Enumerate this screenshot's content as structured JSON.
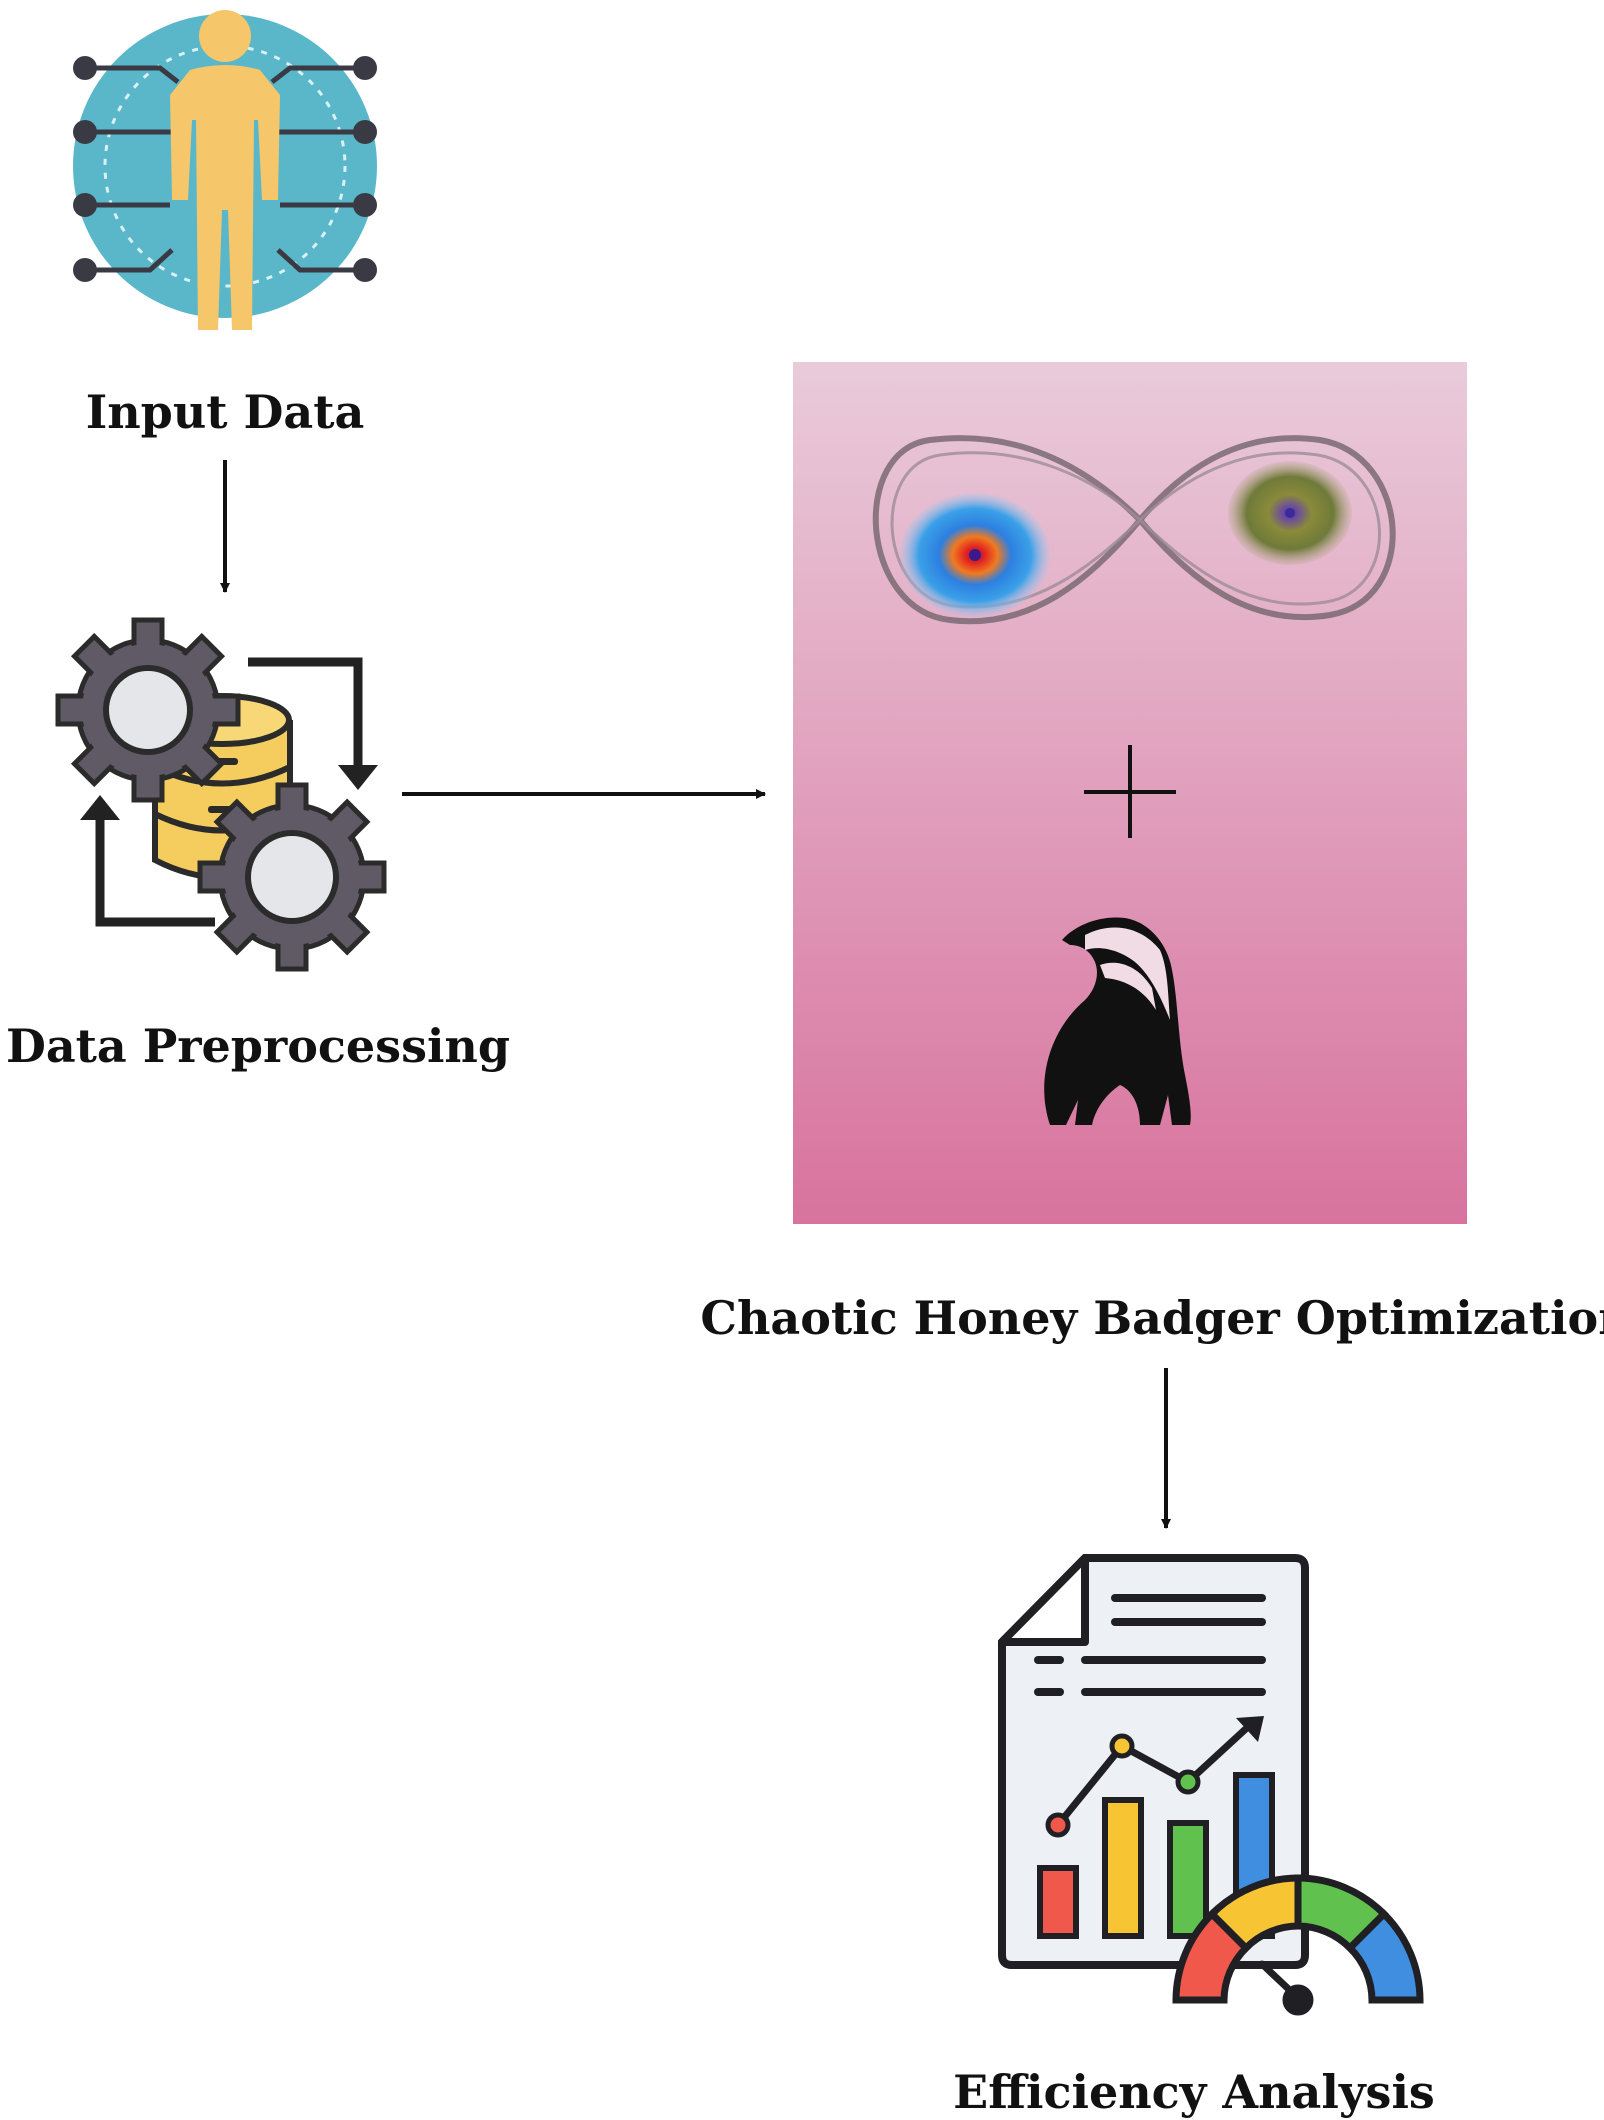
{
  "diagram": {
    "nodes": {
      "input": {
        "label": "Input Data",
        "icon": "human-body-network-icon"
      },
      "preprocessing": {
        "label": "Data Preprocessing",
        "icon": "database-gears-icon"
      },
      "optimization": {
        "label": "Chaotic Honey Badger Optimization",
        "icon": "chaotic-attractor-plus-honey-badger-icon"
      },
      "analysis": {
        "label": "Efficiency Analysis",
        "icon": "report-chart-gauge-icon"
      }
    },
    "edges": [
      {
        "from": "input",
        "to": "preprocessing"
      },
      {
        "from": "preprocessing",
        "to": "optimization"
      },
      {
        "from": "optimization",
        "to": "analysis"
      }
    ],
    "colors": {
      "panel_top": "#e8c8d8",
      "panel_bottom": "#d9749f",
      "person": "#f6c66a",
      "globe": "#5ab7c9",
      "gear": "#5f5a66",
      "database": "#f5cd5f",
      "bar_red": "#f0584c",
      "bar_yellow": "#f7c534",
      "bar_green": "#60c14f",
      "bar_blue": "#3f8ee0"
    }
  }
}
